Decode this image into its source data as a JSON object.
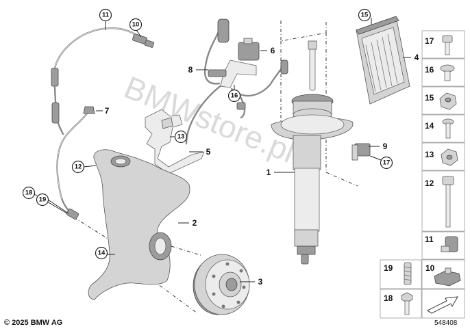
{
  "watermark": "BMWstore.pl",
  "copyright": "© 2025 BMW AG",
  "diagram_number": "548408",
  "callouts": {
    "c1": "1",
    "c2": "2",
    "c3": "3",
    "c4": "4",
    "c5": "5",
    "c6": "6",
    "c7": "7",
    "c8": "8",
    "c9": "9",
    "c10": "10",
    "c11": "11",
    "c12": "12",
    "c13": "13",
    "c14": "14",
    "c15": "15",
    "c16": "16",
    "c17": "17",
    "c18": "18",
    "c19": "19"
  },
  "side_panel": [
    {
      "id": "17",
      "part": "bolt"
    },
    {
      "id": "16",
      "part": "flange-bolt"
    },
    {
      "id": "15",
      "part": "nut"
    },
    {
      "id": "14",
      "part": "screw"
    },
    {
      "id": "13",
      "part": "hex-nut"
    },
    {
      "id": "12",
      "part": "long-bolt"
    },
    {
      "id": "11",
      "part": "clip"
    },
    {
      "id": "19",
      "part": "spring-sleeve"
    },
    {
      "id": "10",
      "part": "bracket-clip"
    },
    {
      "id": "18",
      "part": "hex-bolt"
    },
    {
      "id": "",
      "part": "direction-arrow"
    }
  ]
}
